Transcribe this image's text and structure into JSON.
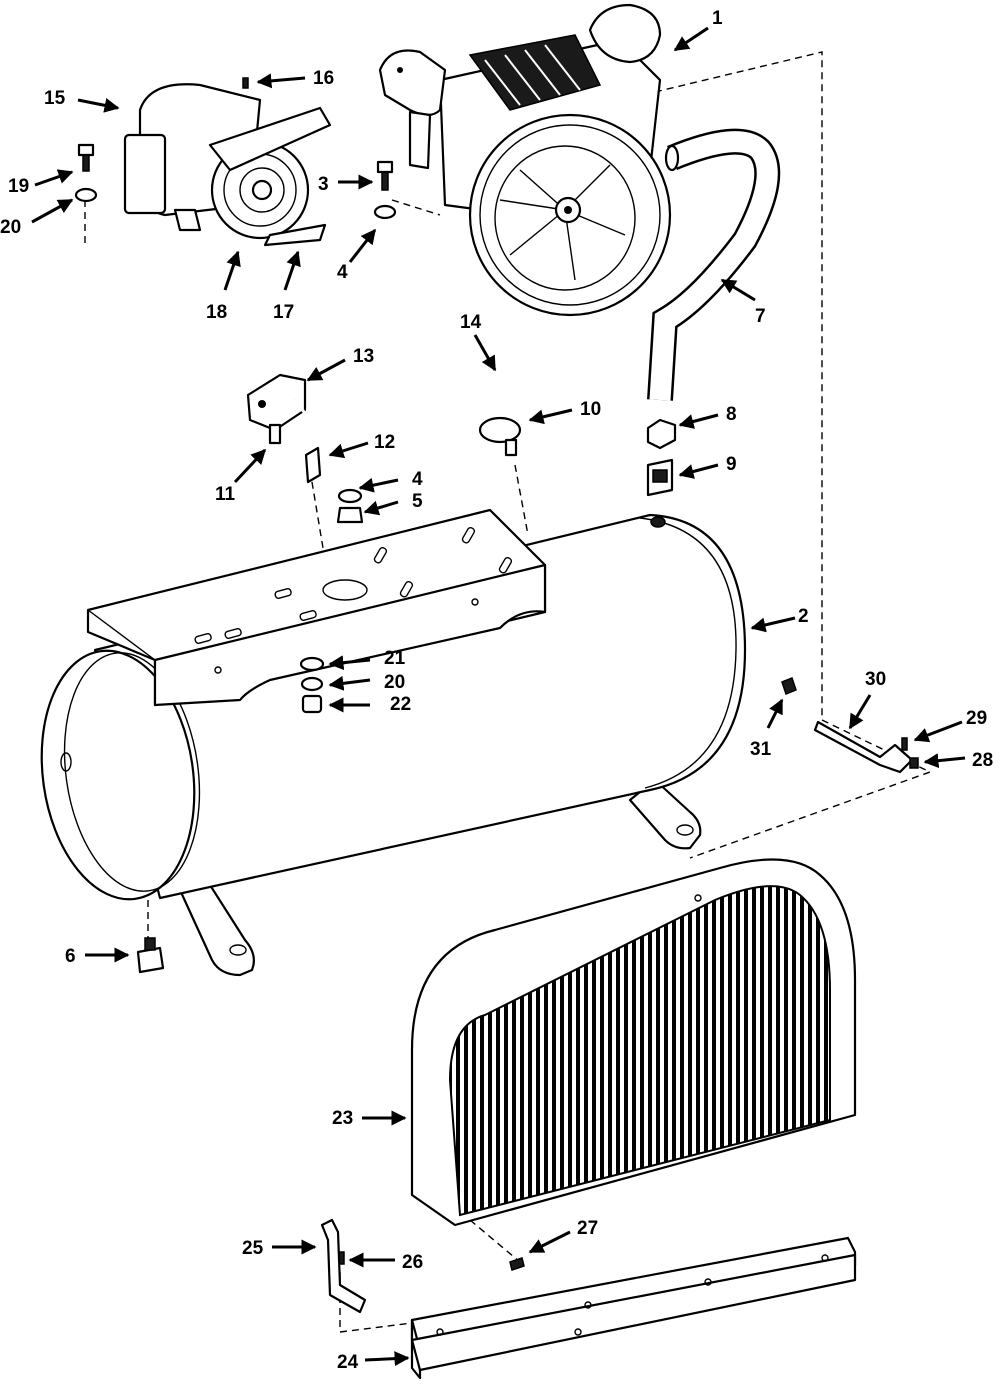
{
  "callouts": [
    {
      "num": "1",
      "part": "pump"
    },
    {
      "num": "2",
      "part": "tank"
    },
    {
      "num": "3",
      "part": "bolt"
    },
    {
      "num": "4",
      "part": "washer"
    },
    {
      "num": "4",
      "part": "washer"
    },
    {
      "num": "5",
      "part": "nut"
    },
    {
      "num": "6",
      "part": "drain-valve"
    },
    {
      "num": "7",
      "part": "discharge-tube"
    },
    {
      "num": "8",
      "part": "nut"
    },
    {
      "num": "9",
      "part": "check-valve"
    },
    {
      "num": "10",
      "part": "pressure-gauge"
    },
    {
      "num": "11",
      "part": "fitting"
    },
    {
      "num": "12",
      "part": "fitting"
    },
    {
      "num": "13",
      "part": "pressure-switch"
    },
    {
      "num": "14",
      "part": "tube"
    },
    {
      "num": "15",
      "part": "motor"
    },
    {
      "num": "16",
      "part": "set-screw"
    },
    {
      "num": "17",
      "part": "belt"
    },
    {
      "num": "18",
      "part": "motor-pulley"
    },
    {
      "num": "19",
      "part": "bolt"
    },
    {
      "num": "20",
      "part": "washer"
    },
    {
      "num": "20",
      "part": "washer"
    },
    {
      "num": "21",
      "part": "washer"
    },
    {
      "num": "22",
      "part": "nut"
    },
    {
      "num": "23",
      "part": "belt-guard"
    },
    {
      "num": "24",
      "part": "guard-rail"
    },
    {
      "num": "25",
      "part": "bracket"
    },
    {
      "num": "26",
      "part": "nut"
    },
    {
      "num": "27",
      "part": "screw"
    },
    {
      "num": "28",
      "part": "nut"
    },
    {
      "num": "29",
      "part": "screw"
    },
    {
      "num": "30",
      "part": "bracket"
    },
    {
      "num": "31",
      "part": "plug"
    }
  ]
}
